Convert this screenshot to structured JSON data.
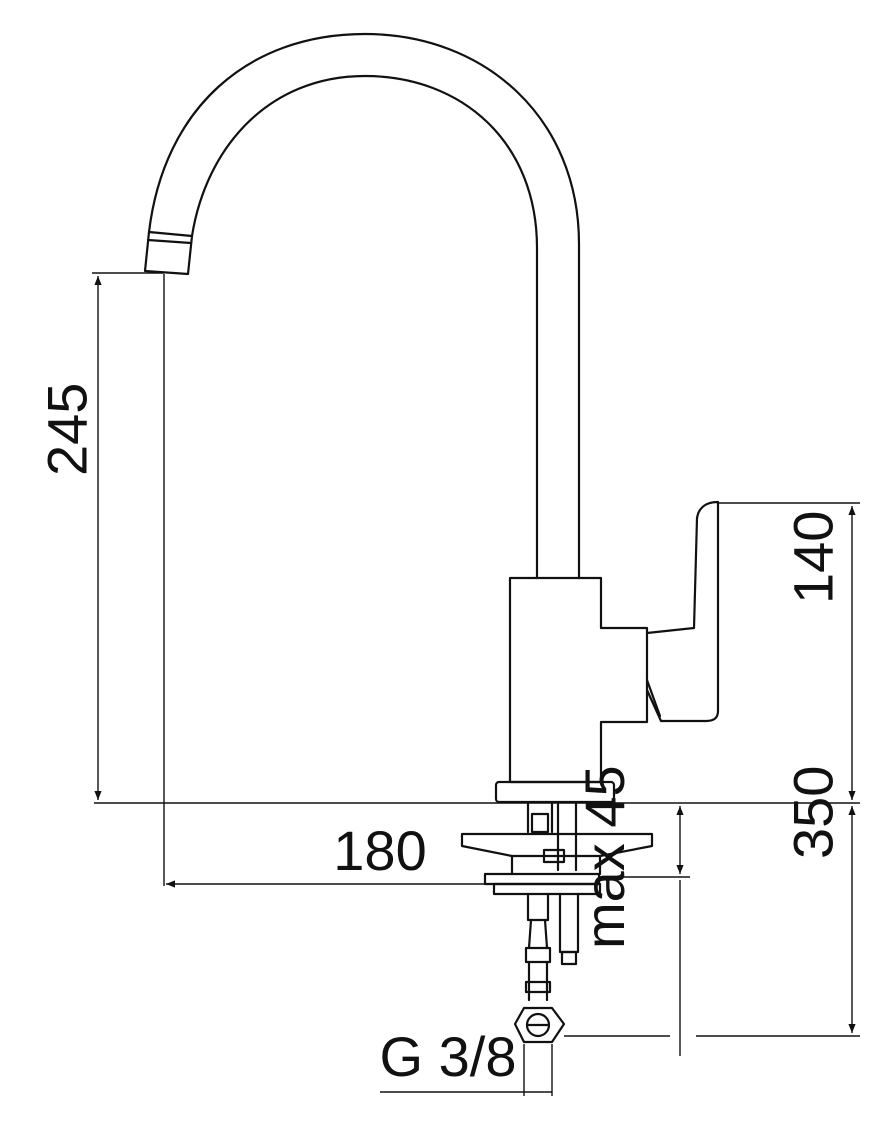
{
  "drawing": {
    "subject": "kitchen mixer tap with swivel spout",
    "line_color": "#111111",
    "background": "#ffffff"
  },
  "dimensions": {
    "spout_height": "245",
    "handle_height": "140",
    "spout_reach": "180",
    "hose_length": "350",
    "deck_thickness": "max 45",
    "connection_thread": "G 3/8"
  }
}
